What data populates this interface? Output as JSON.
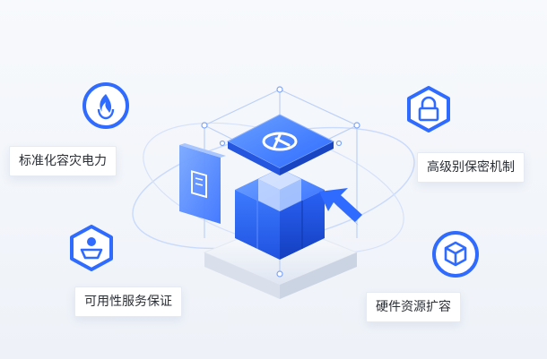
{
  "features": [
    {
      "id": "dr",
      "label": "标准化容灾电力",
      "icon": "flame-shield-icon"
    },
    {
      "id": "sec",
      "label": "高级别保密机制",
      "icon": "lock-icon"
    },
    {
      "id": "ha",
      "label": "可用性服务保证",
      "icon": "user-shield-icon"
    },
    {
      "id": "exp",
      "label": "硬件资源扩容",
      "icon": "cube-icon"
    }
  ],
  "colors": {
    "accent": "#2f6bff",
    "accent_dark": "#1f4fd6",
    "ring": "#e8efff"
  }
}
